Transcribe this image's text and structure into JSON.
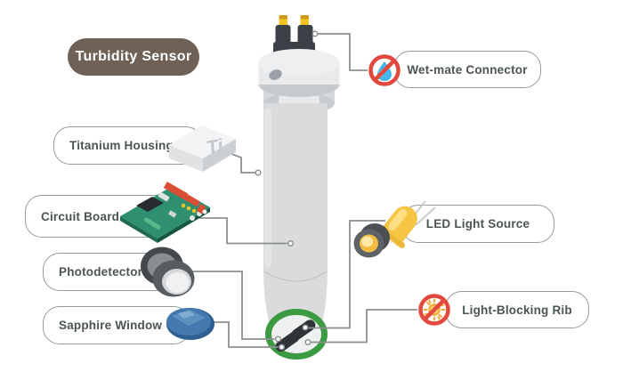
{
  "title": {
    "label": "Turbidity Sensor"
  },
  "labels": {
    "left": [
      {
        "label": "Titanium Housing"
      },
      {
        "label": "Circuit Board"
      },
      {
        "label": "Photodetector"
      },
      {
        "label": "Sapphire Window"
      }
    ],
    "right": [
      {
        "label": "Wet-mate Connector"
      },
      {
        "label": "LED Light Source"
      },
      {
        "label": "Light-Blocking Rib"
      }
    ]
  },
  "illustrations": {
    "titanium_block_text": "Ti",
    "icons": {
      "no-water-icon": "red prohibition circle over blue water droplet",
      "no-light-icon": "red prohibition circle over orange sun",
      "led-icon": "yellow LED bulb with holder ring",
      "sensor-probe": "gray cylindrical probe with yellow pins and green-ringed optical tip"
    }
  },
  "colors": {
    "title_bg": "#6F6156",
    "label_text": "#4A5554",
    "label_border": "#939D9C",
    "leader_line": "#8B9191",
    "prohibition_red": "#E2483D",
    "ring_green": "#3C9A42",
    "led_yellow": "#F6C544",
    "droplet_blue": "#45B7E8",
    "pcb_green": "#2E9070",
    "sapphire_blue": "#4379AE",
    "body_gray": "#D9DBDD"
  }
}
